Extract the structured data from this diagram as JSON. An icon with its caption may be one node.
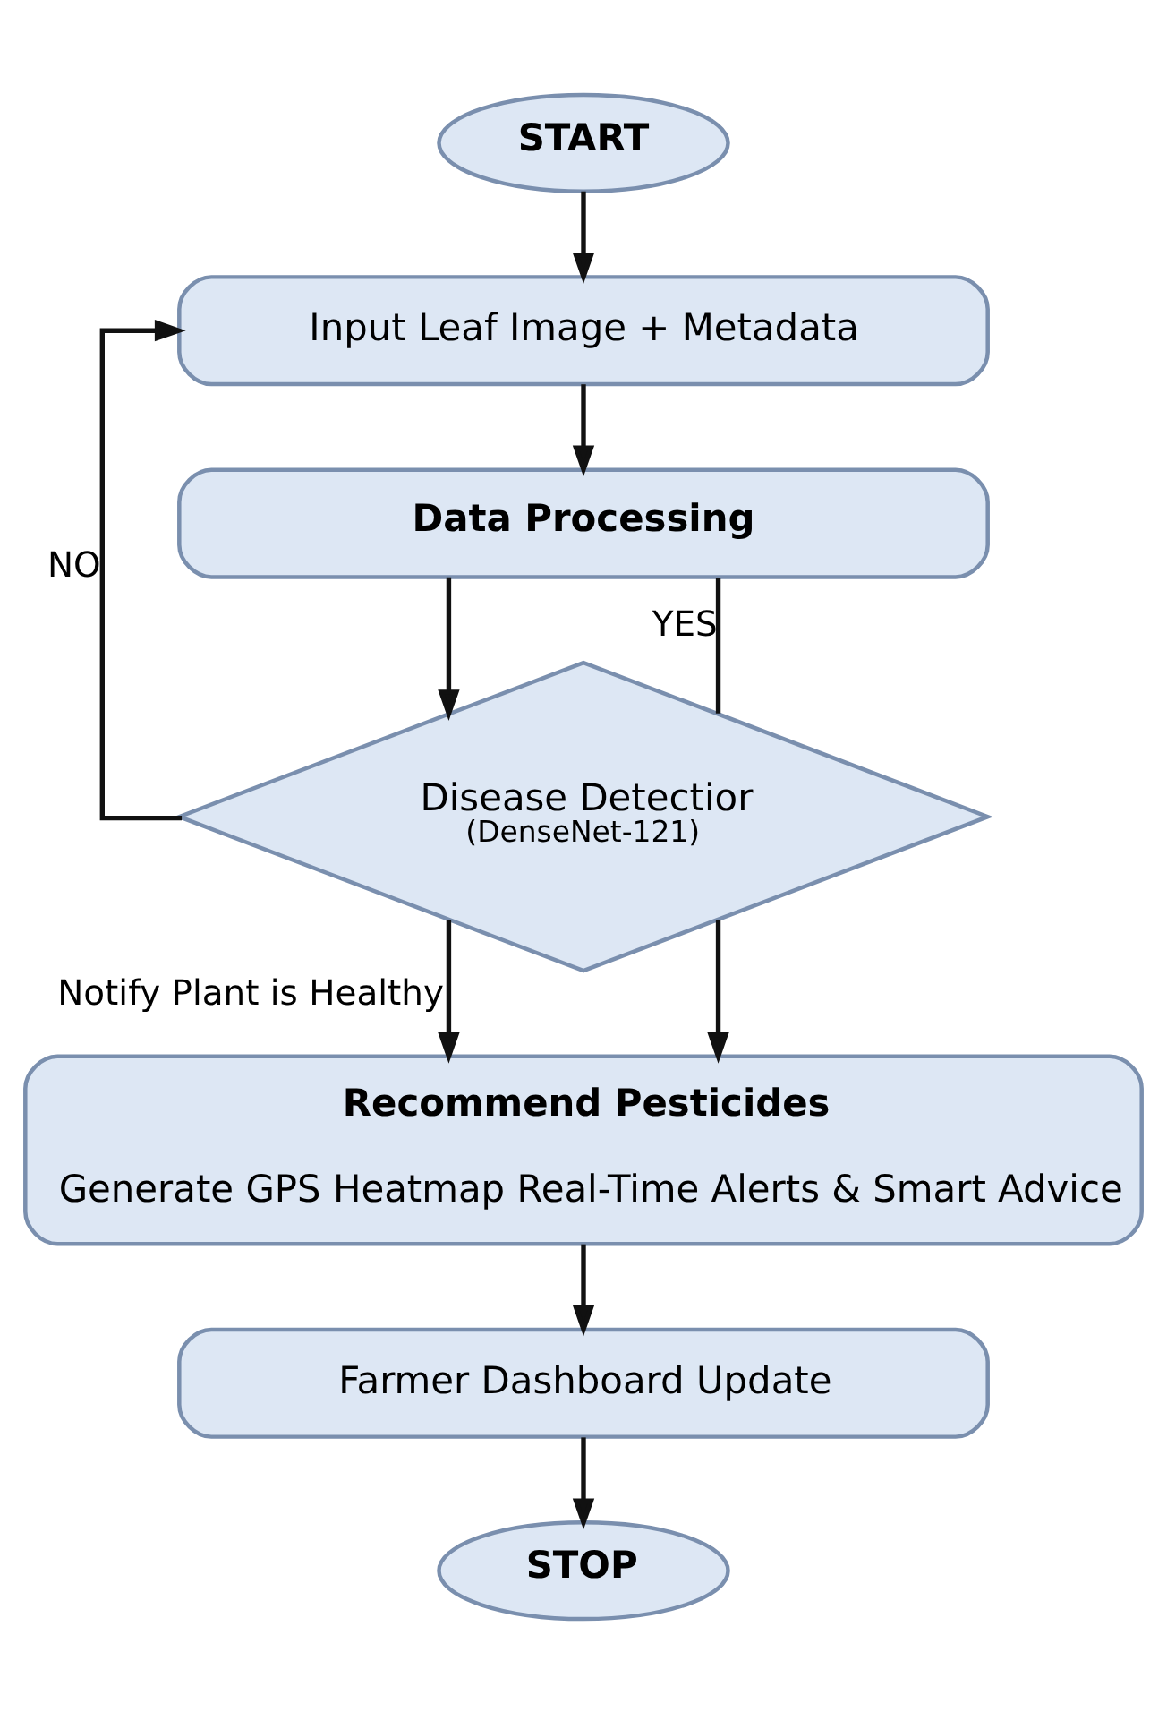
{
  "diagram": {
    "nodes": [
      {
        "text": [
          "START"
        ]
      },
      {
        "text": [
          "Input Leaf Image + Metadata"
        ]
      },
      {
        "text": [
          "Data Processing"
        ]
      },
      {
        "text": [
          "Disease Detectior",
          "(DenseNet-121)"
        ]
      },
      {
        "text": [
          "Recommend Pesticides",
          "Generate GPS Heatmap Real-Time Alerts & Smart Advice"
        ]
      },
      {
        "text": [
          "Farmer Dashboard Update"
        ]
      },
      {
        "text": [
          "STOP"
        ]
      }
    ],
    "edges": [
      {
        "from": 0,
        "to": 1,
        "arrow": "to"
      },
      {
        "from": 1,
        "to": 2,
        "arrow": "to"
      },
      {
        "from": 2,
        "to": 3,
        "arrow": "to"
      },
      {
        "from": 3,
        "to": 1,
        "arrow": "to",
        "label": "NO"
      },
      {
        "from": 3,
        "to": 4,
        "arrow": "to",
        "label": "Notify Plant is Healthy"
      },
      {
        "from": 3,
        "to": 2,
        "arrow": "none",
        "label": "YES"
      },
      {
        "from": 3,
        "to": 4,
        "arrow": "to"
      },
      {
        "from": 4,
        "to": 5,
        "arrow": "to"
      },
      {
        "from": 5,
        "to": 6,
        "arrow": "to"
      }
    ]
  }
}
